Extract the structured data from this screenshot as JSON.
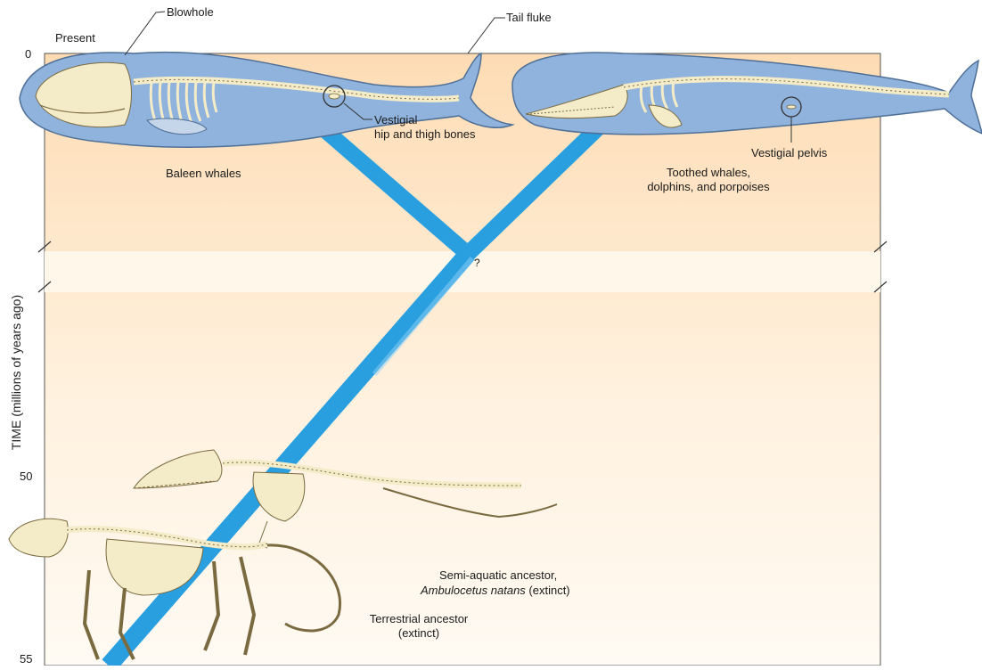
{
  "axis": {
    "title": "TIME (millions of years ago)",
    "ticks": [
      "0",
      "50",
      "55"
    ]
  },
  "labels": {
    "present": "Present",
    "blowhole": "Blowhole",
    "tail_fluke": "Tail fluke",
    "vestigial_hip_line1": "Vestigial",
    "vestigial_hip_line2": "hip and thigh bones",
    "vestigial_pelvis": "Vestigial pelvis",
    "baleen": "Baleen whales",
    "toothed_line1": "Toothed whales,",
    "toothed_line2": "dolphins, and porpoises",
    "branch_point": "?",
    "semi_line1": "Semi-aquatic ancestor,",
    "semi_line2_italic": "Ambulocetus natans",
    "semi_line2_rest": " (extinct)",
    "terrestrial_line1": "Terrestrial ancestor",
    "terrestrial_line2": "(extinct)"
  },
  "colors": {
    "background_top": "#fde3c2",
    "background_bottom": "#fff8ee",
    "lineage": "#2a9fe0",
    "whale_body": "#8fb3dd",
    "whale_outline": "#4f6f96",
    "skeleton": "#f4ecc8",
    "skeleton_outline": "#7a6a40"
  }
}
